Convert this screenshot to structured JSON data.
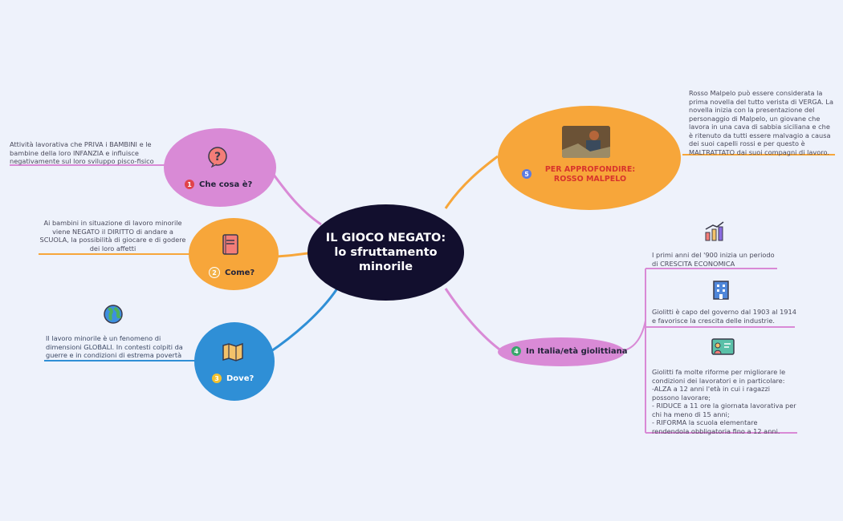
{
  "center": {
    "title_line1": "IL GIOCO NEGATO:",
    "title_line2": "lo sfruttamento",
    "title_line3": "minorile"
  },
  "topics": [
    {
      "num": "1",
      "label": "Che cosa è?",
      "color": "#d98ad6",
      "num_color": "#e0434a",
      "note": "Attività lavorativa che PRIVA i BAMBINI e le bambine della loro INFANZIA e  influisce negativamente sul loro sviluppo pisco-fisico"
    },
    {
      "num": "2",
      "label": "Come?",
      "color": "#f7a63a",
      "num_color": "#f2b24a",
      "note": "Ai bambini in situazione di lavoro minorile viene NEGATO il DIRITTO di andare a SCUOLA, la  possibilità di giocare e di godere dei loro affetti"
    },
    {
      "num": "3",
      "label": "Dove?",
      "color": "#2f8fd6",
      "num_color": "#f2c12e",
      "note": "Il lavoro minorile è un fenomeno di dimensioni GLOBALI. In contesti colpiti da guerre e in condizioni di estrema povertà"
    },
    {
      "num": "4",
      "label": "In Italia/età giolittiana",
      "color": "#d98ad6",
      "num_color": "#3aa76d",
      "notes": [
        "I primi anni del '900 inizia un periodo di CRESCITA ECONOMICA",
        "Giolitti è capo del governo dal 1903 al 1914 e favorisce la crescita delle industrie.",
        "Giolitti fa molte riforme per migliorare le condizioni dei lavoratori e in particolare:\n-ALZA a 12 anni l'età in cui i ragazzi possono lavorare;\n- RIDUCE a 11 ore la giornata lavorativa per chi ha meno di 15 anni;\n- RIFORMA la scuola elementare rendendola obbligatoria fino a 12 anni."
      ]
    },
    {
      "num": "5",
      "label_line1": "PER APPROFONDIRE:",
      "label_line2": "ROSSO MALPELO",
      "color": "#f7a63a",
      "num_color": "#5b7be0",
      "label_color": "#d8342c",
      "note": "Rosso Malpelo può essere considerata la prima novella del tutto verista di VERGA. La novella inizia con la presentazione del personaggio di Malpelo, un giovane che lavora in una cava di sabbia siciliana e che è ritenuto da tutti essere malvagio a causa dei suoi capelli rossi e per questo  è MALTRATTATO dai suoi compagni di lavoro."
    }
  ],
  "icons": [
    "question-speech-icon",
    "notebook-icon",
    "map-icon",
    "globe-icon",
    "growth-chart-icon",
    "building-icon",
    "teacher-board-icon",
    "photo-icon"
  ]
}
